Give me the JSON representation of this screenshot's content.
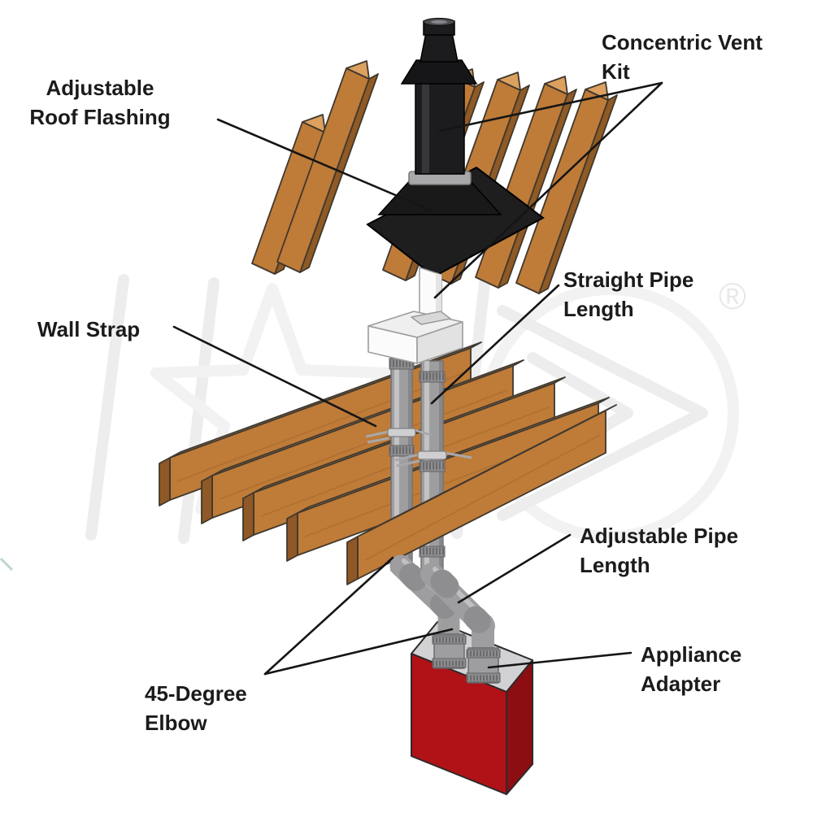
{
  "diagram": {
    "type": "vent-installation-diagram",
    "labels": {
      "concentric_vent_kit": "Concentric Vent Kit",
      "adjustable_roof_flashing": "Adjustable Roof Flashing",
      "straight_pipe_length": "Straight Pipe Length",
      "wall_strap": "Wall Strap",
      "adjustable_pipe_length": "Adjustable Pipe Length",
      "forty_five_degree_elbow": "45-Degree Elbow",
      "appliance_adapter": "Appliance Adapter"
    }
  },
  "watermark": {
    "registered_mark": "®"
  },
  "colors": {
    "wood_face": "#BF7B38",
    "wood_side": "#8F5A24",
    "wood_top": "#DCA05F",
    "wood_cap": "#8F5826",
    "wood_outline": "#3F382E",
    "pipe_gray": "#9E9EA0",
    "pipe_gray_light": "#C6C6C8",
    "pipe_gray_dark": "#7E7E80",
    "coupling": "#8E8E90",
    "coupling_dark": "#616163",
    "black_pipe": "#1C1C1E",
    "black_pipe_light": "#3E3E40",
    "flashing": "#1E1E1E",
    "collar": "#A8A8AA",
    "white_part": "#FBFBFB",
    "white_shade": "#E4E4E6",
    "white_part_dark": "#D8D8D8",
    "part_outline": "#9C9C9E",
    "red_front": "#B01217",
    "red_side": "#8C0E12",
    "appliance_top": "#D2D2D4",
    "appliance_outline": "#2E2A2A",
    "strap": "#CFCFD1",
    "strap_rod": "#A8A8AA",
    "leader": "#151515",
    "label": "#1B1B1B",
    "watermark": "#EDEDED",
    "watermark_light": "#F2F2F2",
    "tick_green": "#A9CCBF",
    "bg": "#FFFFFF"
  }
}
